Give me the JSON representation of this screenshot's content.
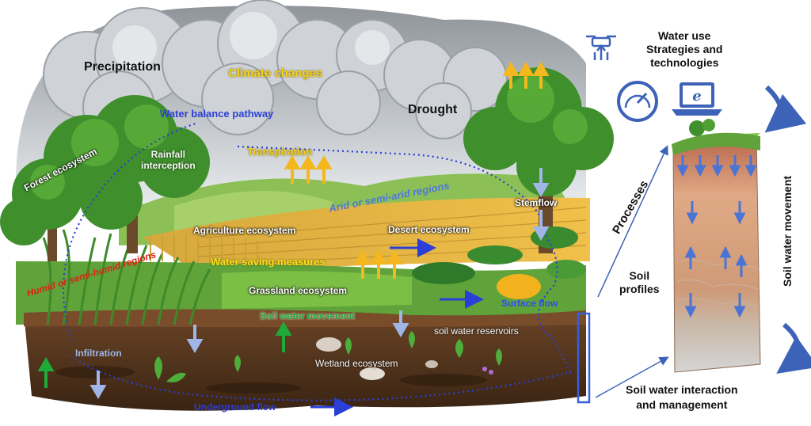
{
  "labels": {
    "precipitation": "Precipitation",
    "climate_changes": "Climate changes",
    "drought": "Drought",
    "water_balance_pathway": "Water balance pathway",
    "rainfall_interception": "Rainfall\ninterception",
    "forest_ecosystem": "Forest ecosystem",
    "transpiration": "Transpiration",
    "arid_semi_arid": "Arid or semi-arid regions",
    "stemflow": "Stemflow",
    "agriculture_ecosystem": "Agriculture ecosystem",
    "desert_ecosystem": "Desert ecosystem",
    "water_saving_measures": "Water saving measures",
    "humid_semi_humid": "Humid or semi-humid regions",
    "grassland_ecosystem": "Grassland ecosystem",
    "surface_flow": "Surface flow",
    "soil_water_movement_ground": "Soil water movement",
    "soil_water_reservoirs": "soil water reservoirs",
    "infiltration": "Infiltration",
    "wetland_ecosystem": "Wetland ecosystem",
    "underground_flow": "Underground flow"
  },
  "panel": {
    "water_use": "Water use\nStrategies and\ntechnologies",
    "processes": "Processes",
    "soil_profiles": "Soil\nprofiles",
    "soil_water_movement": "Soil water movement",
    "soil_water_interaction": "Soil water interaction\nand management"
  },
  "icons": [
    "drone-icon",
    "gauge-icon",
    "laptop-browser-icon"
  ],
  "colors": {
    "accent_blue": "#2b3fd6",
    "label_yellow": "#f4d21a",
    "label_green": "#1faa3a",
    "label_red": "#d92414",
    "panel_blue": "#3d63b8"
  }
}
